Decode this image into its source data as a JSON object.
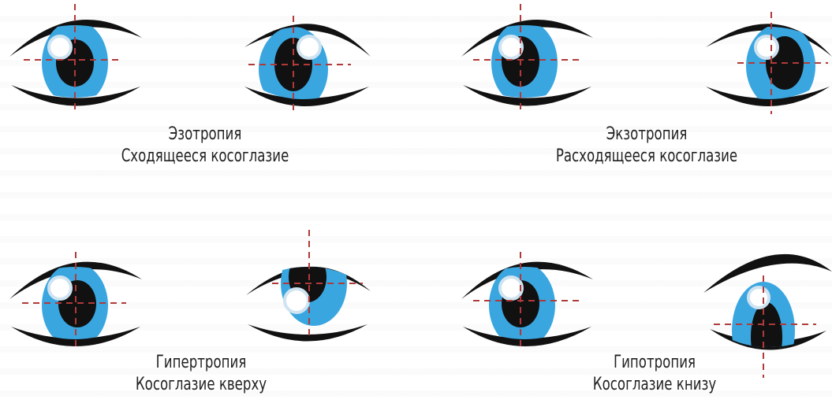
{
  "colors": {
    "iris": "#3aa6e0",
    "pupil": "#111111",
    "eyelid": "#111111",
    "highlight": "#ffffff",
    "guide": "#b03a3a"
  },
  "panels": [
    {
      "key": "esotropia",
      "term": "Эзотропия",
      "description": "Сходящееся косоглазие",
      "deviation": "inward"
    },
    {
      "key": "exotropia",
      "term": "Экзотропия",
      "description": "Расходящееся косоглазие",
      "deviation": "outward"
    },
    {
      "key": "hypertropia",
      "term": "Гипертропия",
      "description": "Косоглазие кверху",
      "deviation": "upward"
    },
    {
      "key": "hypotropia",
      "term": "Гипотропия",
      "description": "Косоглазие книзу",
      "deviation": "downward"
    }
  ]
}
